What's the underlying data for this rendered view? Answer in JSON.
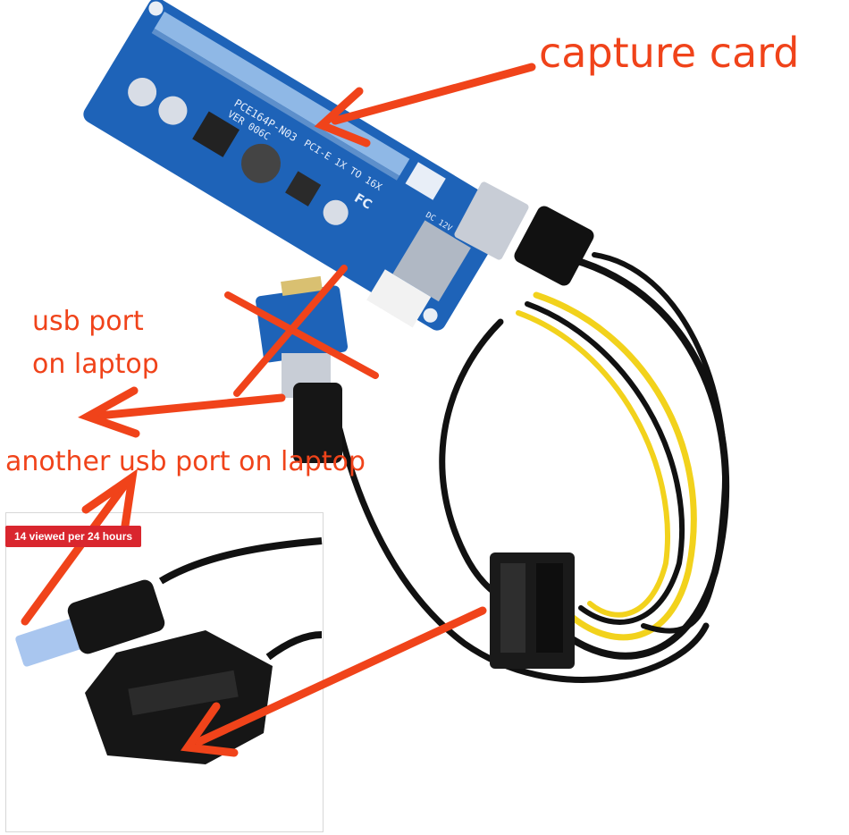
{
  "labels": {
    "capture_card": "capture card",
    "usb_port_line1": "usb port",
    "usb_port_line2": "on laptop",
    "another_usb_port": "another usb port on laptop"
  },
  "inset": {
    "badge_text": "14 viewed per 24 hours"
  },
  "board_text": {
    "model": "PCE164P-N03",
    "version": "VER 006C",
    "slot": "PCI-E 1X TO 16X",
    "fcc": "FC",
    "power": "DC 12V IN"
  },
  "colors": {
    "annotation": "#f0431a",
    "pcb": "#1e63b8",
    "slot": "#8fb8e6",
    "cable_yellow": "#f2d21c",
    "cable_black": "#111111",
    "badge": "#d9262e"
  }
}
